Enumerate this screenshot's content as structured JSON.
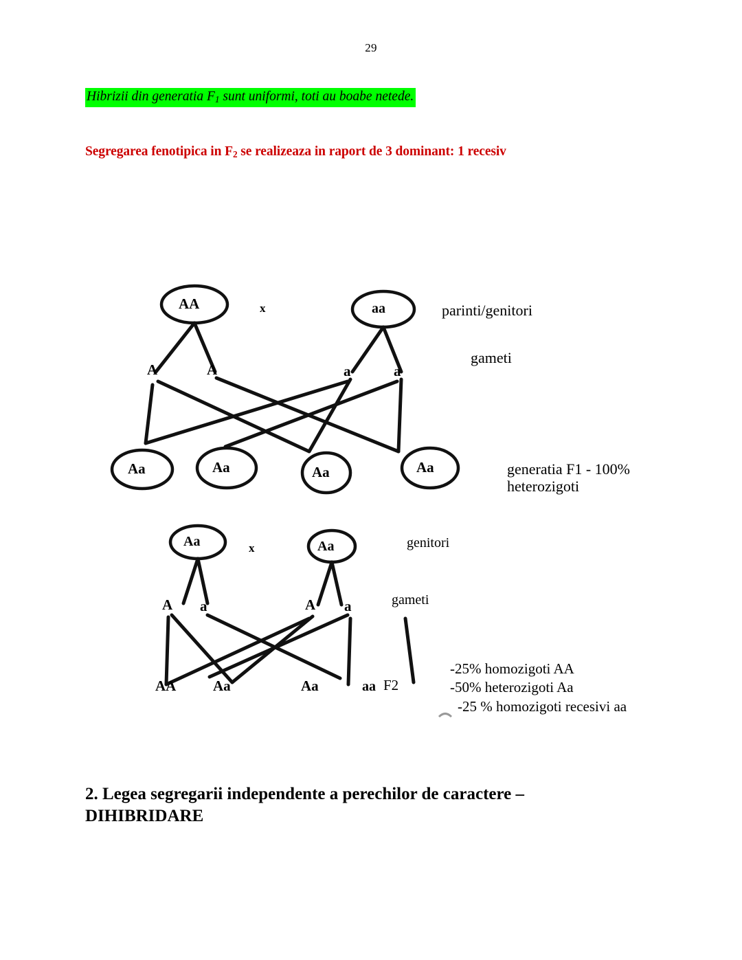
{
  "page": {
    "number": "29"
  },
  "highlight": {
    "text_before": "Hibrizii din generatia F",
    "subscript": "1",
    "text_after": " sunt uniformi, toti au boabe netede.",
    "background_color": "#00ff00",
    "text_color": "#000000"
  },
  "red_statement": {
    "text_before": "Segregarea fenotipica in F",
    "subscript": "2",
    "text_after": " se realizeaza in raport de 3 dominant: 1 recesiv",
    "color": "#cc0000"
  },
  "diagram": {
    "cross1": {
      "parents": [
        {
          "label": "AA"
        },
        {
          "label": "aa"
        }
      ],
      "cross_symbol": "x",
      "gametes": [
        "A",
        "A",
        "a",
        "a"
      ],
      "offspring": [
        "Aa",
        "Aa",
        "Aa",
        "Aa"
      ],
      "side_labels": {
        "parents": "parinti/genitori",
        "gametes": "gameti",
        "offspring_line1": "generatia F1 - 100%",
        "offspring_line2": "heterozigoti"
      }
    },
    "cross2": {
      "parents": [
        {
          "label": "Aa"
        },
        {
          "label": "Aa"
        }
      ],
      "cross_symbol": "x",
      "gametes": [
        "A",
        "a",
        "A",
        "a"
      ],
      "offspring": [
        "AA",
        "Aa",
        "Aa",
        "aa"
      ],
      "generation_tag": "F2",
      "side_labels": {
        "parents": "genitori",
        "gametes": "gameti"
      },
      "ratios": [
        "-25% homozigoti AA",
        "-50% heterozigoti Aa",
        "-25 % homozigoti recesivi aa"
      ]
    }
  },
  "heading": {
    "line1": "2. Legea segregarii independente a perechilor de caractere –",
    "line2": "DIHIBRIDARE"
  }
}
